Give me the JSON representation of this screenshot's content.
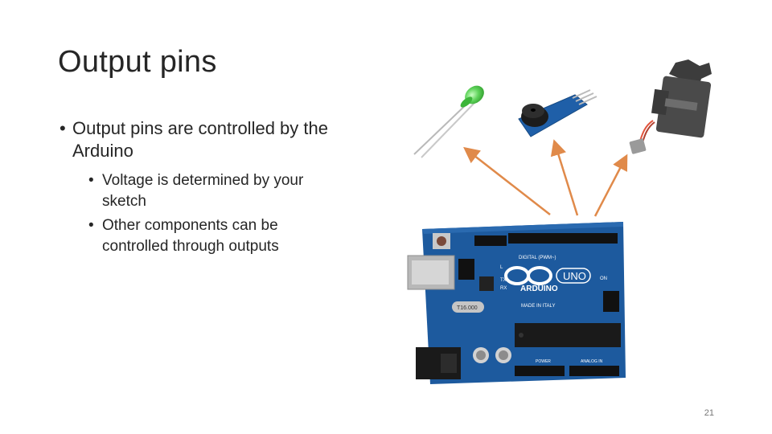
{
  "slide": {
    "title": "Output pins",
    "bullets": [
      {
        "text": "Output pins are controlled by the Arduino",
        "level": 1
      },
      {
        "text": "Voltage is determined by your sketch",
        "level": 2
      },
      {
        "text": "Other components can be controlled through outputs",
        "level": 2
      }
    ],
    "page_number": "21"
  },
  "board": {
    "brand": "ARDUINO",
    "model": "UNO",
    "digital_label": "DIGITAL (PWM~)",
    "power_label": "POWER",
    "analog_label": "ANALOG IN",
    "made_in": "MADE IN ITALY",
    "crystal": "T16.000",
    "on_label": "ON",
    "tx_label": "TX",
    "rx_label": "RX",
    "l_label": "L",
    "color": "#1d5a9e"
  },
  "components": [
    "led-icon",
    "buzzer-module-icon",
    "servo-motor-icon"
  ],
  "colors": {
    "arrow": "#e08a4a",
    "led": "#5fd35b",
    "title": "#262626"
  }
}
